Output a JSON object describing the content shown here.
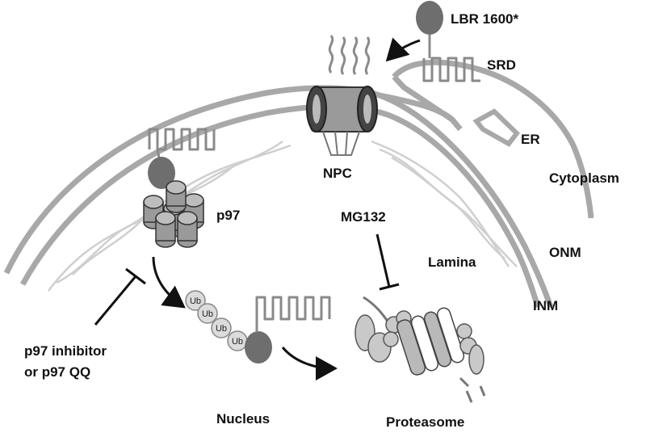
{
  "labels": {
    "lbr": "LBR 1600*",
    "srd": "SRD",
    "er": "ER",
    "cytoplasm": "Cytoplasm",
    "npc": "NPC",
    "p97": "p97",
    "mg132": "MG132",
    "lamina": "Lamina",
    "onm": "ONM",
    "inm": "INM",
    "inhibitor_line1": "p97 inhibitor",
    "inhibitor_line2": "or p97 QQ",
    "nucleus": "Nucleus",
    "proteasome": "Proteasome"
  },
  "ubiquitin": [
    "Ub",
    "Ub",
    "Ub",
    "Ub"
  ],
  "colors": {
    "membrane": "#a8a8a8",
    "membrane_light": "#c9c9c9",
    "protein_dark": "#6e6e6e",
    "protein_loop": "#8a8a8a",
    "p97": "#9a9a9a",
    "ub_fill": "#dcdcdc",
    "proteasome": "#b9b9b9",
    "arrow": "#111111"
  }
}
